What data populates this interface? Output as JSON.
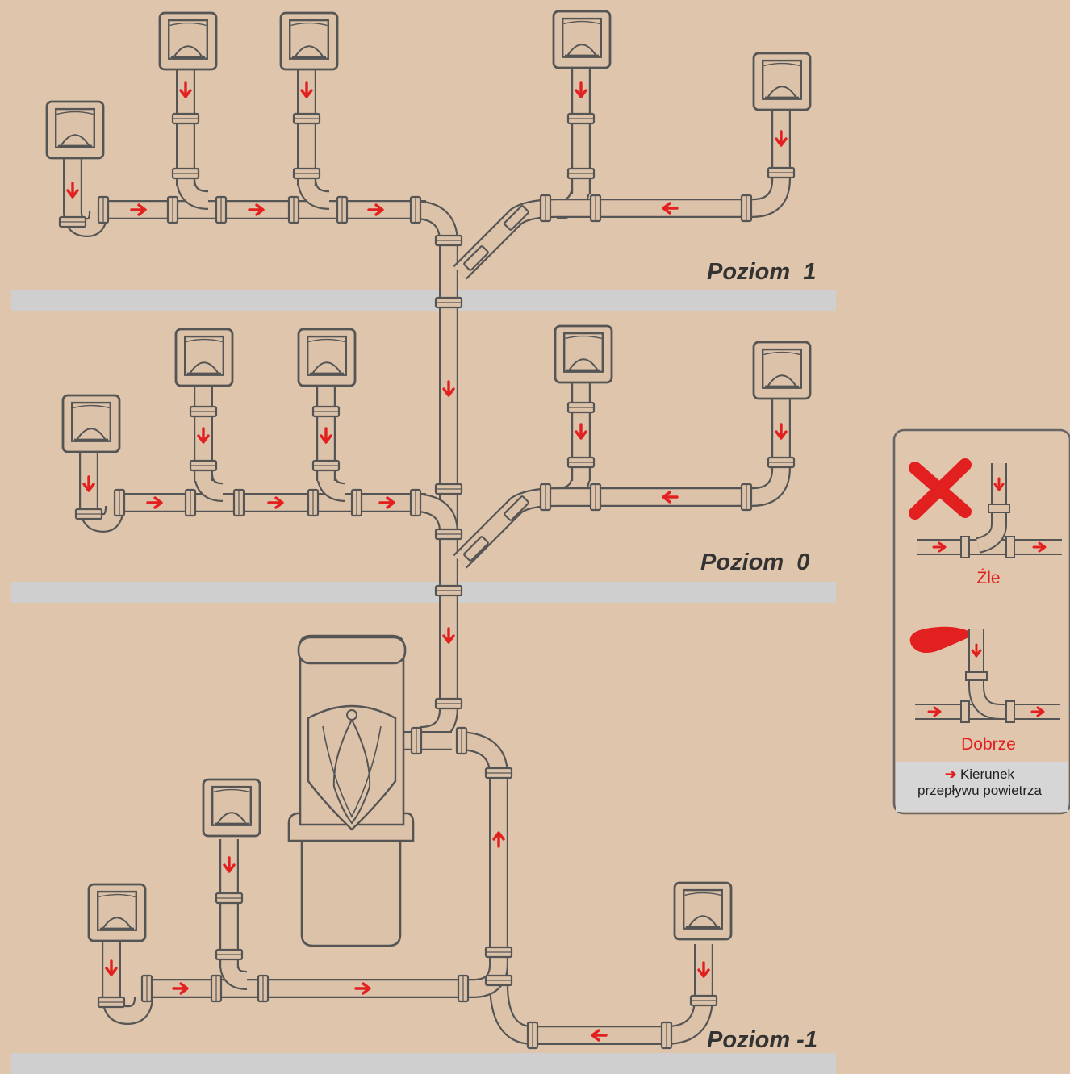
{
  "levels": {
    "level_1": "Poziom  1",
    "level_0": "Poziom  0",
    "level_minus_1": "Poziom -1"
  },
  "legend": {
    "wrong_label": "Źle",
    "right_label": "Dobrze",
    "arrow_meaning": "Kierunek",
    "arrow_meaning_line2": "przepływu powietrza"
  },
  "colors": {
    "background": "#dfc5ab",
    "floor": "#cfcfcf",
    "pipe_stroke": "#555555",
    "pipe_fill": "#dcc2a8",
    "flow_arrow": "#e32020",
    "label": "#333333"
  },
  "icons": {
    "inlet": "wall-inlet-icon",
    "flow": "red-arrow-icon",
    "wrong": "red-x-icon",
    "right": "red-check-icon"
  }
}
